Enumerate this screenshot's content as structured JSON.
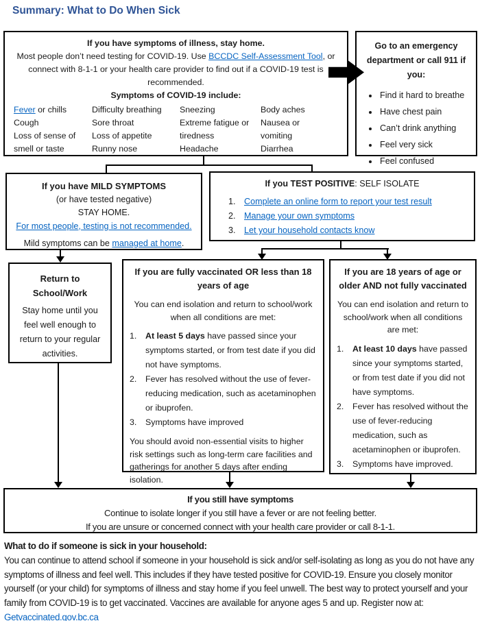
{
  "colors": {
    "accent": "#2F5496",
    "link": "#0563C1"
  },
  "page": {
    "title": "Summary: What to Do When Sick"
  },
  "symptom_box": {
    "heading": "If you have symptoms of illness, stay home.",
    "body_pre": "Most people don’t need testing for COVID-19. Use ",
    "body_link": "BCCDC Self-Assessment Tool",
    "body_post": ", or connect with 8-1-1 or your health care provider to find out if a COVID-19 test is recommended.",
    "symptoms_heading": "Symptoms of COVID-19 include:",
    "col1": {
      "fever_link": "Fever",
      "fever_rest": " or chills",
      "items": [
        "Cough",
        "Loss of sense of smell or taste"
      ]
    },
    "col2": [
      "Difficulty breathing",
      "Sore throat",
      "Loss of appetite",
      "Runny nose"
    ],
    "col3": [
      "Sneezing",
      "Extreme fatigue or tiredness",
      "Headache"
    ],
    "col4": [
      "Body aches",
      "Nausea or vomiting",
      "Diarrhea"
    ]
  },
  "emergency_box": {
    "heading": "Go to an emergency department or call 911 if you:",
    "bullets": [
      "Find it hard to breathe",
      "Have chest pain",
      "Can’t drink anything",
      "Feel very sick",
      "Feel confused"
    ]
  },
  "mild_box": {
    "heading": "If you have MILD SYMPTOMS",
    "subheading": "(or have tested negative)",
    "stay_home": "STAY HOME.",
    "testing_link": "For most people, testing is not recommended.",
    "managed_pre": "Mild symptoms can be ",
    "managed_link": "managed at home",
    "managed_post": "."
  },
  "positive_box": {
    "heading_bold": "If you TEST POSITIVE",
    "heading_rest": ": SELF ISOLATE",
    "numbers": [
      "1.",
      "2.",
      "3."
    ],
    "steps": [
      "Complete an online form to report your test result",
      "Manage your own symptoms",
      "Let your household contacts know"
    ]
  },
  "return_box": {
    "heading": "Return to School/Work",
    "body": "Stay home until you feel well enough to return to your regular activities."
  },
  "vaccinated_box": {
    "heading": "If you are fully vaccinated OR less than 18 years of age",
    "intro": "You can end isolation and return to school/work when all conditions are met:",
    "numbers": [
      "1.",
      "2.",
      "3."
    ],
    "item1_bold": "At least 5 days",
    "item1_rest": " have passed since your symptoms started, or from test date if you did not have symptoms.",
    "item2": "Fever has resolved without the use of fever-reducing medication, such as acetaminophen or ibuprofen.",
    "item3": "Symptoms have improved",
    "footer": "You should avoid non-essential visits to higher risk settings such as long-term care facilities and gatherings for another 5 days after ending isolation."
  },
  "unvaccinated_box": {
    "heading": "If you are 18 years of age or older AND not fully vaccinated",
    "intro": "You can end isolation and return to school/work when all conditions are met:",
    "numbers": [
      "1.",
      "2.",
      "3."
    ],
    "item1_bold": "At least 10 days",
    "item1_rest": " have passed since your symptoms started, or from test date if you did not have symptoms.",
    "item2": "Fever has resolved without the use of fever-reducing medication, such as acetaminophen or ibuprofen.",
    "item3": "Symptoms have improved."
  },
  "still_box": {
    "heading": "If you still have symptoms",
    "line1": "Continue to isolate longer if you still have a fever or are not feeling better.",
    "line2": "If you are unsure or concerned connect with your health care provider or call 8-1-1."
  },
  "household": {
    "heading": "What to do if someone is sick in your household:",
    "body": "You can continue to attend school if someone in your household is sick and/or self-isolating as long as you do not have any symptoms of illness and feel well. This includes if they have tested positive for COVID-19. Ensure you closely monitor yourself (or your child) for symptoms of illness and stay home if you feel unwell. The best way to protect yourself and your family from COVID-19 is to get vaccinated. Vaccines are available for anyone ages 5 and up. Register now at:",
    "link": "Getvaccinated.gov.bc.ca"
  }
}
